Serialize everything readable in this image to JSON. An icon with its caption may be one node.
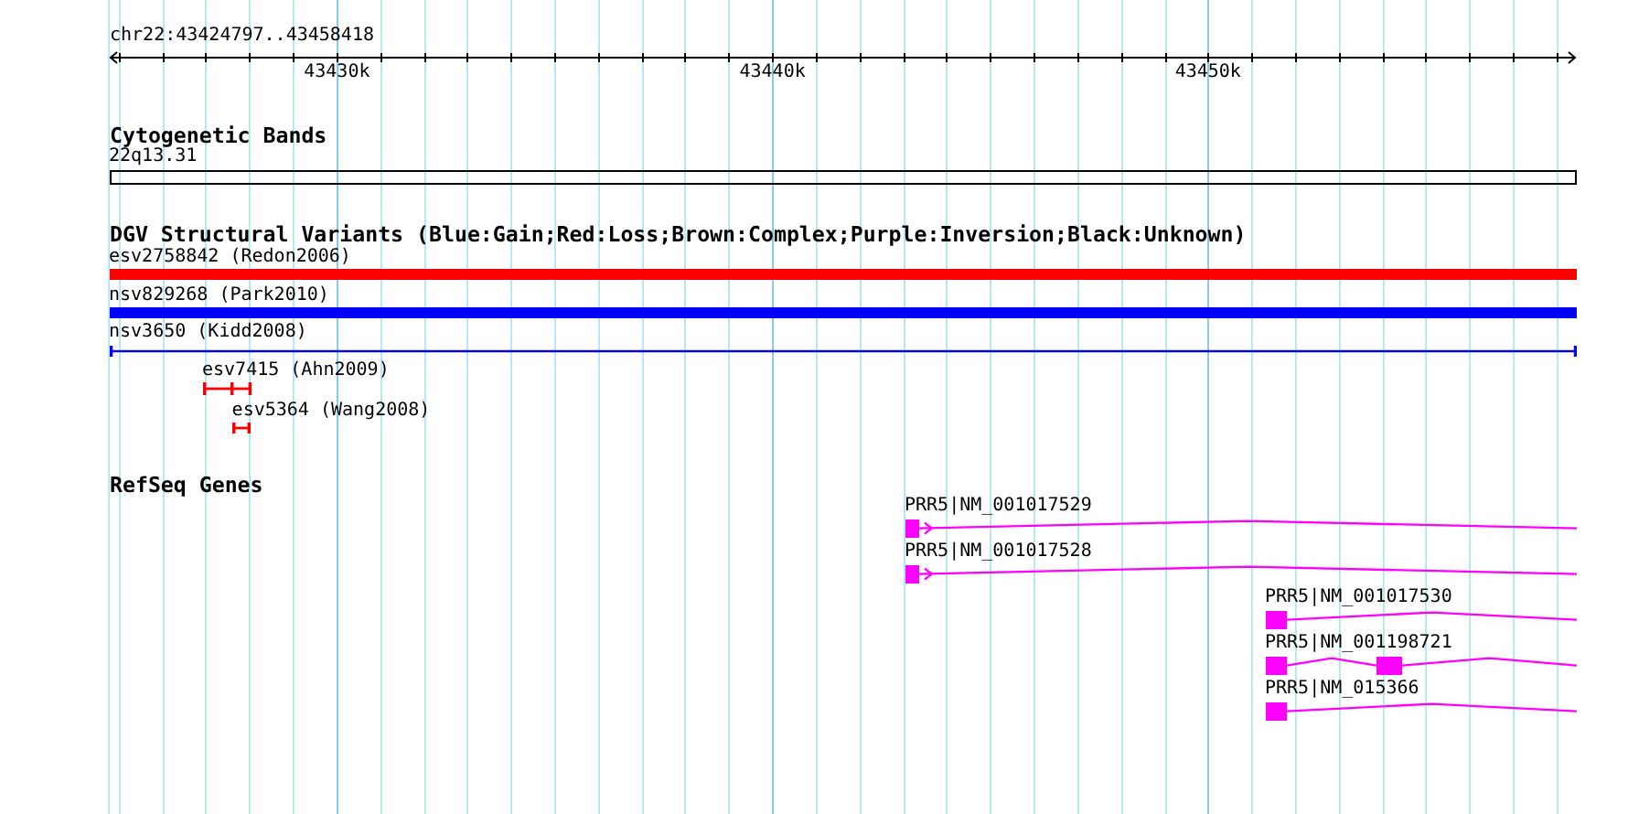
{
  "diagram": {
    "nodes": [
      {
        "text": [
          "22q13.31"
        ]
      },
      {
        "text": [
          "esv2758842 (Redon2006)"
        ]
      },
      {
        "text": [
          "nsv829268 (Park2010)"
        ]
      },
      {
        "text": [
          "nsv3650 (Kidd2008)"
        ]
      },
      {
        "text": [
          "esv7415 (Ahn2009)"
        ]
      },
      {
        "text": [
          "esv5364 (Wang2008)"
        ]
      },
      {
        "text": [
          "PRR5|NM_001017529"
        ]
      },
      {
        "text": [
          "PRR5|NM_001017528"
        ]
      },
      {
        "text": [
          "PRR5|NM_001017530"
        ]
      },
      {
        "text": [
          "PRR5|NM_001198721"
        ]
      },
      {
        "text": [
          "PRR5|NM_015366"
        ]
      }
    ],
    "labels": [
      "chr22:43424797..43458418",
      "43430k",
      "43440k",
      "43450k",
      "Cytogenetic Bands",
      "DGV Structural Variants (Blue:Gain;Red:Loss;Brown:Complex;Purple:Inversion;Black:Unknown)",
      "RefSeq Genes"
    ]
  }
}
